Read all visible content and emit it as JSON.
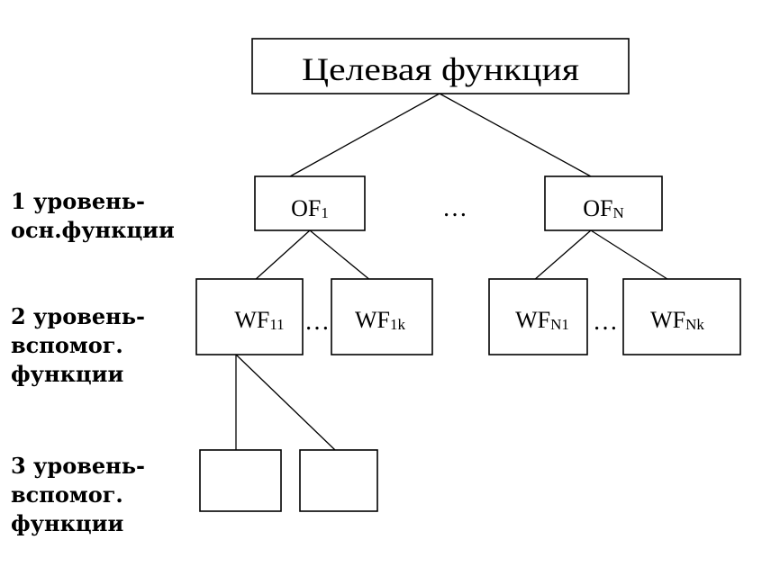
{
  "diagram": {
    "nodes": {
      "root": "Целевая функция",
      "of1": {
        "base": "OF",
        "sub": "1"
      },
      "ofN": {
        "base": "OF",
        "sub": "N"
      },
      "wf11": {
        "base": "WF",
        "sub": "11"
      },
      "wf1k": {
        "base": "WF",
        "sub": "1k"
      },
      "wfN1": {
        "base": "WF",
        "sub": "N1"
      },
      "wfNk": {
        "base": "WF",
        "sub": "Nk"
      }
    },
    "ellipsis": "…",
    "levels": [
      {
        "lines": [
          "1 уровень-",
          "осн.функции"
        ]
      },
      {
        "lines": [
          "2 уровень-",
          "вспомог.",
          "функции"
        ]
      },
      {
        "lines": [
          "3 уровень-",
          "вспомог.",
          "функции"
        ]
      }
    ]
  }
}
